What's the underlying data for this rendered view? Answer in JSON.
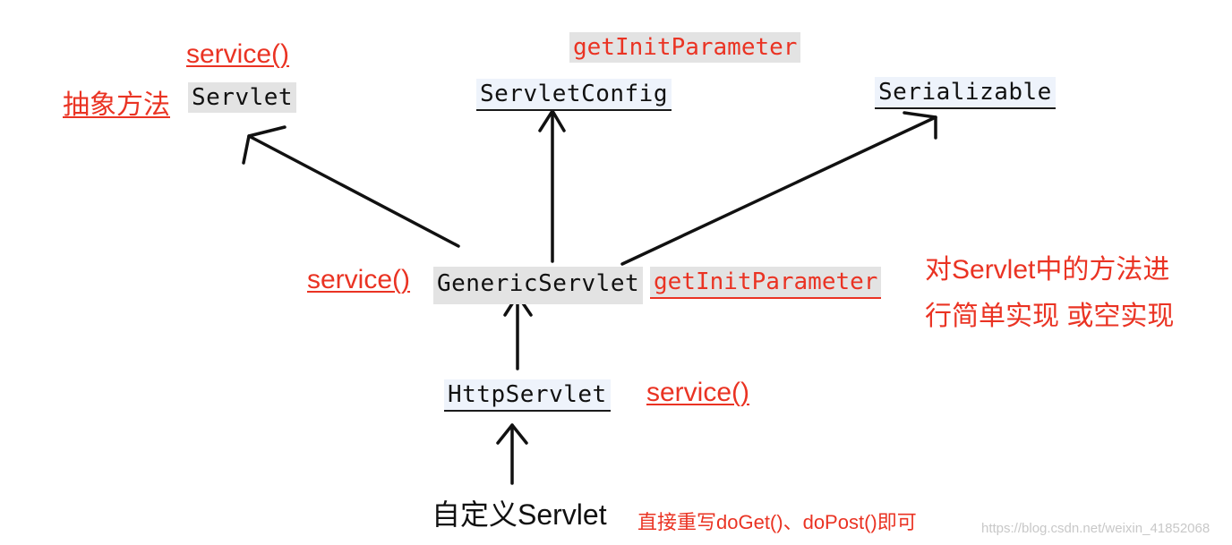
{
  "classes": {
    "servlet": "Servlet",
    "servlet_config": "ServletConfig",
    "serializable": "Serializable",
    "generic_servlet": "GenericServlet",
    "http_servlet": "HttpServlet",
    "custom_servlet": "自定义Servlet"
  },
  "labels": {
    "abstract_method": "抽象方法",
    "servlet_service": "service()",
    "config_get_init_parameter": "getInitParameter",
    "generic_service": "service()",
    "generic_get_init_parameter": "getInitParameter",
    "http_service": "service()",
    "generic_note_line1": "对Servlet中的方法进",
    "generic_note_line2": "行简单实现 或空实现",
    "custom_note": "直接重写doGet()、doPost()即可"
  },
  "watermark": "https://blog.csdn.net/weixin_41852068",
  "colors": {
    "annotation": "#ea3323",
    "arrow": "#111111",
    "highlight_grey": "#e3e3e3"
  }
}
